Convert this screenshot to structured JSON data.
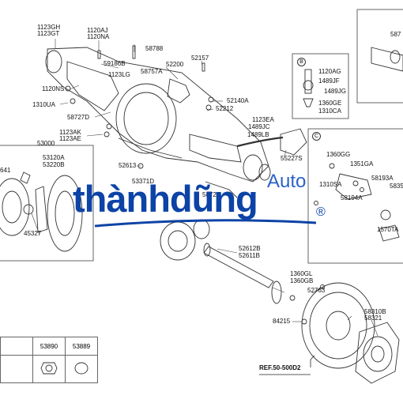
{
  "labels": {
    "p1123GH": "1123GH",
    "p1123GT": "1123GT",
    "p1120AJ": "1120AJ",
    "p1120NA": "1120NA",
    "p58788": "58788",
    "p59186B": "59186B",
    "p1123LG": "1123LG",
    "p58757A": "58757A",
    "p52200": "52200",
    "p52157": "52157",
    "p1120NS": "1120NS",
    "p1310UA": "1310UA",
    "p58727D": "58727D",
    "p52140A": "52140A",
    "p52212": "52212",
    "p1123EA": "1123EA",
    "p1489JC": "1489JC",
    "p1489LB": "1489LB",
    "p1123AK": "1123AK",
    "p1123AE": "1123AE",
    "p53000": "53000",
    "p53120A": "53120A",
    "p53220B": "53220B",
    "p641": "641",
    "p45327": "45327",
    "p52613": "52613",
    "p53371D": "53371D",
    "p58726": "58726",
    "p55227S": "55227S",
    "p52612B": "52612B",
    "p52611B": "52611B",
    "p1360GL": "1360GL",
    "p1360GB": "1360GB",
    "p52763": "52763",
    "p84215": "84215",
    "p58310B": "58310B",
    "p58321": "58321",
    "pRef": "REF.50-500D2",
    "p1120AG": "1120AG",
    "p1489JF": "1489JF",
    "p1489JG": "1489JG",
    "p1360GE": "1360GE",
    "p1310CA": "1310CA",
    "p1360GG": "1360GG",
    "p1351GA": "1351GA",
    "p1310SA": "1310SA",
    "p58193A": "58193A",
    "p58194A": "58194A",
    "p1570TA": "1570TA",
    "p587": "587",
    "p5835": "5835"
  },
  "callouts": {
    "b": "B",
    "c": "C"
  },
  "parts_table": {
    "col1": "53890",
    "col2": "53889"
  },
  "watermark": {
    "main": "thànhdũng",
    "sub": "Auto",
    "reg": "®"
  },
  "colors": {
    "watermark": "#0c43a6",
    "watermark_sub": "#2a63c7",
    "lines": "#333333"
  }
}
